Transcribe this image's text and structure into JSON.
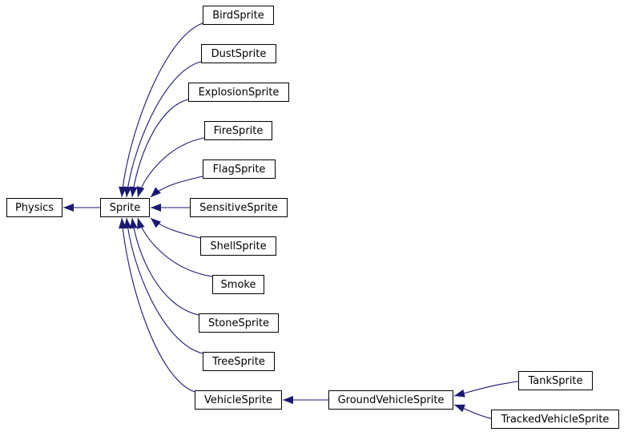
{
  "diagram": {
    "kind": "class-inheritance-graph",
    "colors": {
      "edge": "#191970",
      "node_border": "#000000",
      "node_fill": "#ffffff",
      "text": "#000000",
      "background": "#ffffff"
    },
    "nodes": [
      {
        "id": "physics",
        "label": "Physics"
      },
      {
        "id": "sprite",
        "label": "Sprite"
      },
      {
        "id": "bird",
        "label": "BirdSprite"
      },
      {
        "id": "dust",
        "label": "DustSprite"
      },
      {
        "id": "explosion",
        "label": "ExplosionSprite"
      },
      {
        "id": "fire",
        "label": "FireSprite"
      },
      {
        "id": "flag",
        "label": "FlagSprite"
      },
      {
        "id": "sensitive",
        "label": "SensitiveSprite"
      },
      {
        "id": "shell",
        "label": "ShellSprite"
      },
      {
        "id": "smoke",
        "label": "Smoke"
      },
      {
        "id": "stone",
        "label": "StoneSprite"
      },
      {
        "id": "tree",
        "label": "TreeSprite"
      },
      {
        "id": "vehicle",
        "label": "VehicleSprite"
      },
      {
        "id": "groundvehicle",
        "label": "GroundVehicleSprite"
      },
      {
        "id": "tank",
        "label": "TankSprite"
      },
      {
        "id": "trackedvehicle",
        "label": "TrackedVehicleSprite"
      }
    ],
    "edges": [
      {
        "from": "sprite",
        "to": "physics",
        "relation": "inherits"
      },
      {
        "from": "bird",
        "to": "sprite",
        "relation": "inherits"
      },
      {
        "from": "dust",
        "to": "sprite",
        "relation": "inherits"
      },
      {
        "from": "explosion",
        "to": "sprite",
        "relation": "inherits"
      },
      {
        "from": "fire",
        "to": "sprite",
        "relation": "inherits"
      },
      {
        "from": "flag",
        "to": "sprite",
        "relation": "inherits"
      },
      {
        "from": "sensitive",
        "to": "sprite",
        "relation": "inherits"
      },
      {
        "from": "shell",
        "to": "sprite",
        "relation": "inherits"
      },
      {
        "from": "smoke",
        "to": "sprite",
        "relation": "inherits"
      },
      {
        "from": "stone",
        "to": "sprite",
        "relation": "inherits"
      },
      {
        "from": "tree",
        "to": "sprite",
        "relation": "inherits"
      },
      {
        "from": "vehicle",
        "to": "sprite",
        "relation": "inherits"
      },
      {
        "from": "groundvehicle",
        "to": "vehicle",
        "relation": "inherits"
      },
      {
        "from": "tank",
        "to": "groundvehicle",
        "relation": "inherits"
      },
      {
        "from": "trackedvehicle",
        "to": "groundvehicle",
        "relation": "inherits"
      }
    ]
  }
}
